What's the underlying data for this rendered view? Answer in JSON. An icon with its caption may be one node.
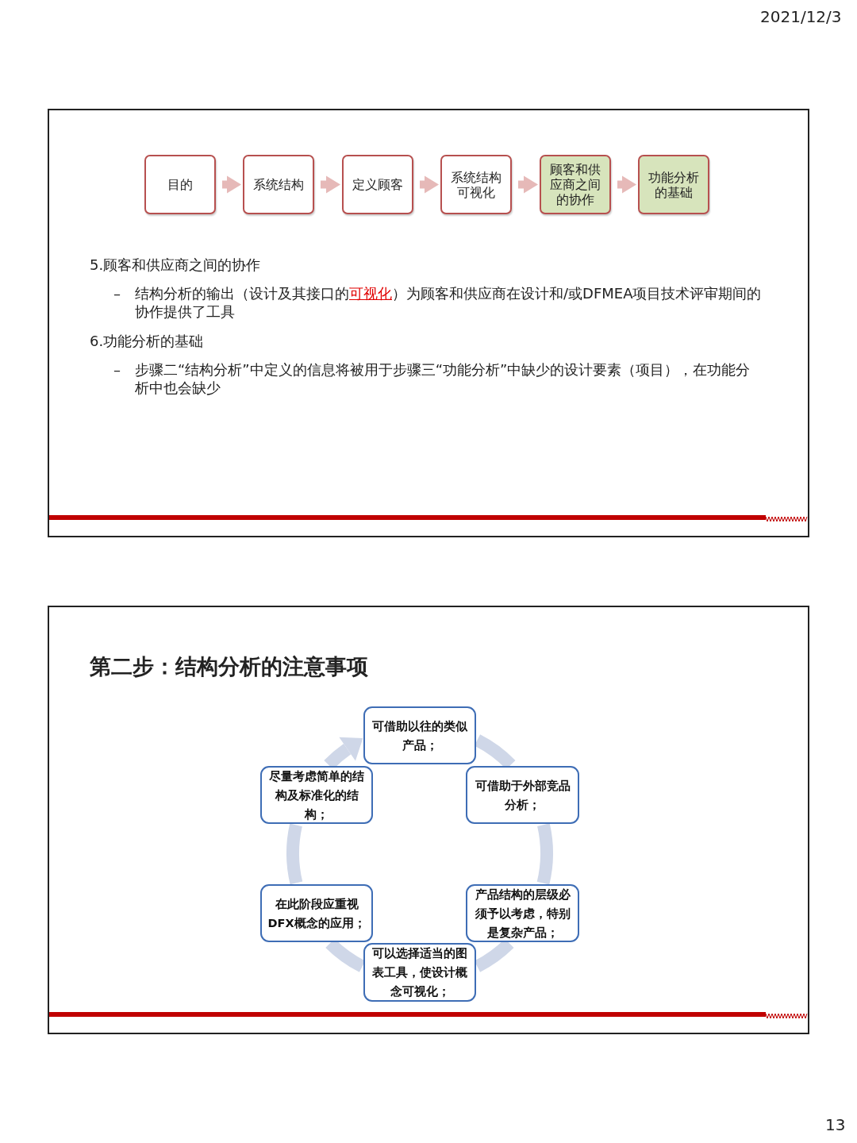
{
  "diagram": {
    "nodes": [
      {
        "text": [
          "目的"
        ]
      },
      {
        "text": [
          "系统结构"
        ]
      },
      {
        "text": [
          "定义顾客"
        ]
      },
      {
        "text": [
          "系统结构可视化"
        ]
      },
      {
        "text": [
          "顾客和供应商之间的协作"
        ]
      },
      {
        "text": [
          "功能分析的基础"
        ]
      },
      {
        "text": [
          "可借助以往的类似产品；"
        ]
      },
      {
        "text": [
          "尽量考虑简单的结构及标准化的结构；"
        ]
      },
      {
        "text": [
          "可借助于外部竞品分析；"
        ]
      },
      {
        "text": [
          "在此阶段应重视DFX概念的应用；"
        ]
      },
      {
        "text": [
          "产品结构的层级必须予以考虑，特别是复杂产品；"
        ]
      },
      {
        "text": [
          "可以选择适当的图表工具，使设计概念可视化；"
        ]
      }
    ],
    "edges": [
      {
        "from": 0,
        "to": 1,
        "arrow": "to"
      },
      {
        "from": 1,
        "to": 2,
        "arrow": "to"
      },
      {
        "from": 2,
        "to": 3,
        "arrow": "to"
      },
      {
        "from": 3,
        "to": 4,
        "arrow": "to"
      },
      {
        "from": 4,
        "to": 5,
        "arrow": "to"
      },
      {
        "from": 6,
        "to": 8,
        "arrow": "none",
        "color": "#cfd7e8"
      },
      {
        "from": 8,
        "to": 10,
        "arrow": "none",
        "color": "#cfd7e8"
      },
      {
        "from": 10,
        "to": 11,
        "arrow": "none",
        "color": "#cfd7e8"
      },
      {
        "from": 11,
        "to": 9,
        "arrow": "none",
        "color": "#cfd7e8"
      },
      {
        "from": 9,
        "to": 7,
        "arrow": "none",
        "color": "#cfd7e8"
      },
      {
        "from": 7,
        "to": 6,
        "arrow": "to",
        "color": "#cfd7e8"
      }
    ],
    "labels": [
      "2021/12/3",
      "5.顾客和供应商之间的协作",
      "–",
      "结构分析的输出（设计及其接口的",
      "可视化",
      "）为顾客和供应商在设计和/或DFMEA项目技术评审期间的协作提供了工具",
      "6.功能分析的基础",
      "–",
      "步骤二“结构分析”中定义的信息将被用于步骤三“功能分析”中缺少的设计要素（项目），在功能分析中也会缺少",
      "第二步：结构分析的注意事项",
      "13"
    ]
  }
}
